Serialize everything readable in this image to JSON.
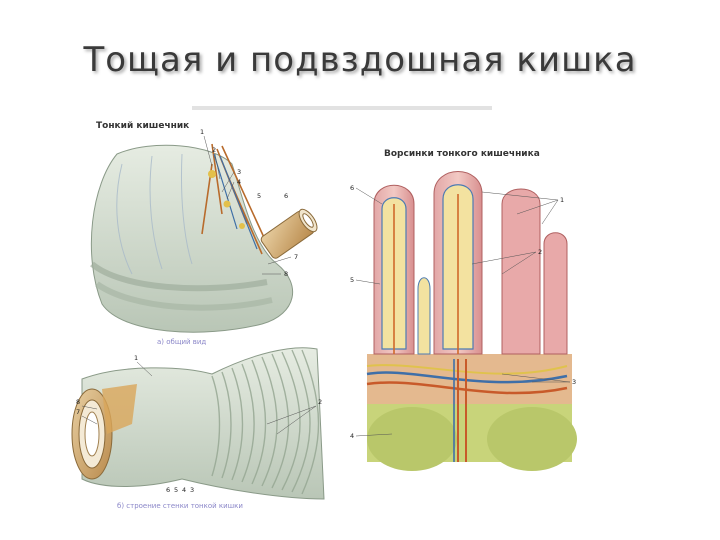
{
  "slide": {
    "title": "Тощая и подвздошная кишка"
  },
  "figure": {
    "panel_left_title": "Тонкий кишечник",
    "panel_right_title": "Ворсинки тонкого кишечника",
    "caption_a": "а) общий вид",
    "caption_b": "б) строение стенки тонкой кишки",
    "labels_a": [
      "1",
      "2",
      "3",
      "4",
      "5",
      "6",
      "7",
      "8"
    ],
    "labels_b": [
      "1",
      "2",
      "3",
      "4",
      "5",
      "6",
      "7",
      "8"
    ],
    "labels_villi": [
      "1",
      "2",
      "3",
      "4",
      "5",
      "6"
    ]
  }
}
